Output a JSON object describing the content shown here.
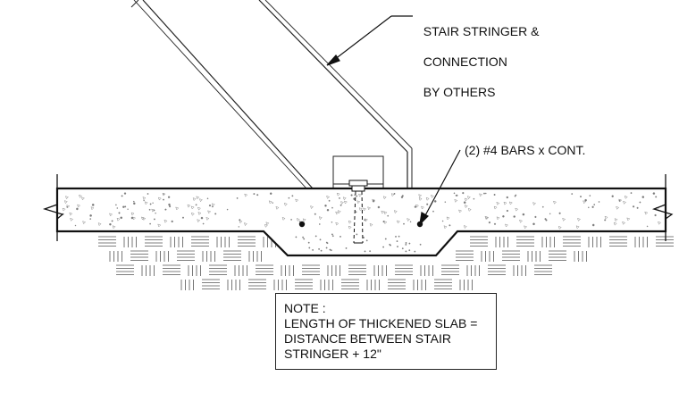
{
  "callouts": {
    "stringer": [
      "STAIR STRINGER &",
      "CONNECTION",
      "BY OTHERS"
    ],
    "bars": "(2) #4 BARS x CONT."
  },
  "note": {
    "lines": [
      "NOTE :",
      "LENGTH OF THICKENED SLAB =",
      "DISTANCE BETWEEN STAIR",
      "STRINGER + 12\""
    ]
  },
  "colors": {
    "line": "#111111",
    "hatch": "#555555",
    "background": "#ffffff"
  }
}
